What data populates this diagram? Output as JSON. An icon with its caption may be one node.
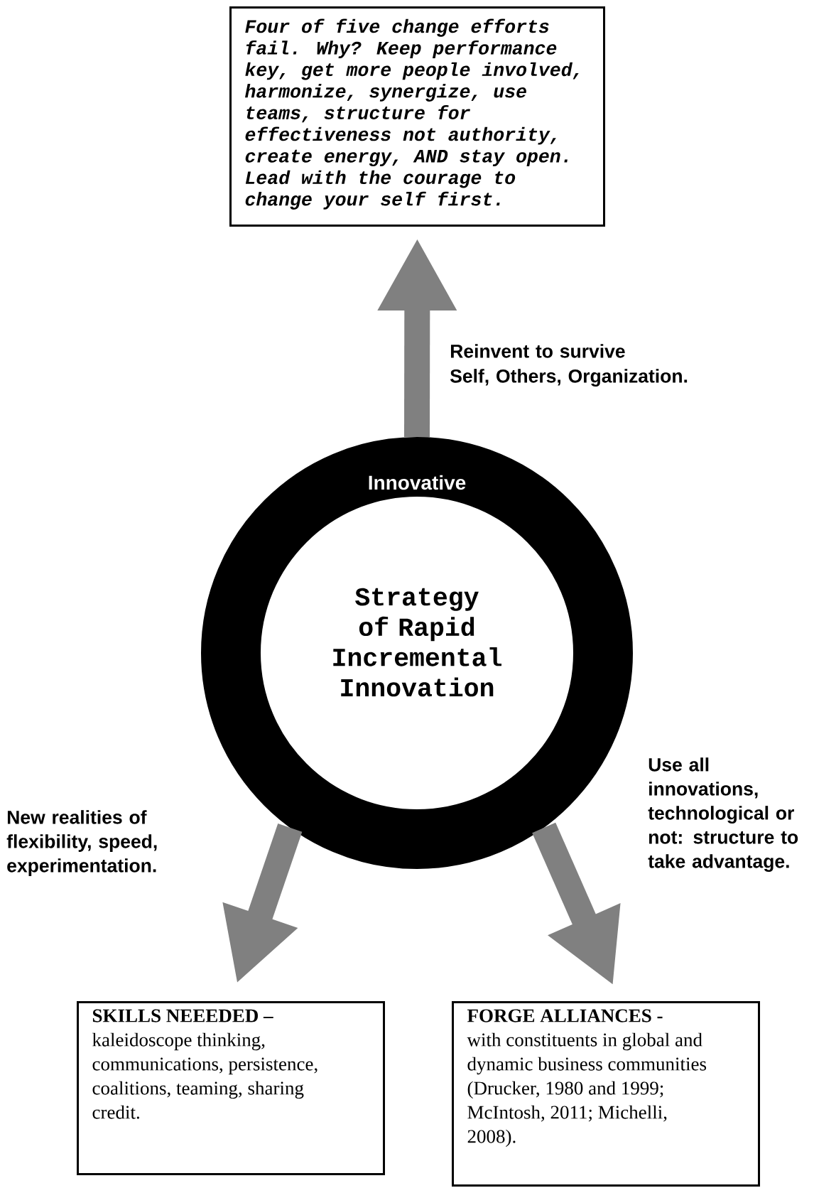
{
  "diagram": {
    "nodes": [
      {
        "text": [
          "Four of five change efforts fail. Why? Keep performance key, get more people involved, harmonize, synergize, use teams, structure for effectiveness not authority, create energy, AND stay open. Lead with the courage to change your self first."
        ]
      },
      {
        "text": [
          "Innovative",
          "Strategy of Rapid Incremental Innovation"
        ]
      },
      {
        "text": [
          "SKILLS NEEEDED –",
          "kaleidoscope thinking, communications, persistence, coalitions, teaming, sharing credit."
        ]
      },
      {
        "text": [
          "FORGE ALLIANCES -",
          "with constituents in global and dynamic business communities (Drucker, 1980 and 1999; McIntosh, 2011; Michelli, 2008)."
        ]
      }
    ],
    "edges": [
      {
        "from": 1,
        "to": 0,
        "arrow": "to"
      },
      {
        "from": 1,
        "to": 2,
        "arrow": "to"
      },
      {
        "from": 1,
        "to": 3,
        "arrow": "to"
      }
    ],
    "labels": [
      "Reinvent to survive",
      "Self, Others, Organization.",
      "Use all innovations, technological or not: structure to take advantage.",
      "New realities of flexibility, speed, experimentation."
    ]
  }
}
